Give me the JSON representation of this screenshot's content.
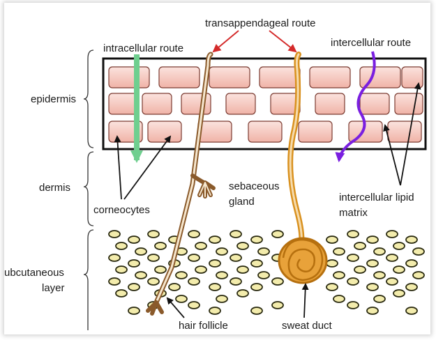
{
  "labels": {
    "transappendageal": "transappendageal route",
    "intracellular": "intracellular route",
    "intercellular": "intercellular route",
    "epidermis": "epidermis",
    "dermis": "dermis",
    "subcutaneous_line1": "ubcutaneous",
    "subcutaneous_line2": "layer",
    "corneocytes": "corneocytes",
    "sebaceous_line1": "sebaceous",
    "sebaceous_line2": "gland",
    "lipid_line1": "intercellular lipid",
    "lipid_line2": "matrix",
    "hair_follicle": "hair follicle",
    "sweat_duct": "sweat duct"
  },
  "colors": {
    "cell_fill": "#f6c9c0",
    "cell_stroke": "#7a3a30",
    "hair": "#8a5a2b",
    "sweat": "#d9911f",
    "intracellular_arrow": "#6fcf8f",
    "intercellular_arrow": "#7a1fe0",
    "red_arrow": "#d42a2a",
    "fat_fill": "#f3ecac",
    "fat_stroke": "#2a2a10"
  }
}
